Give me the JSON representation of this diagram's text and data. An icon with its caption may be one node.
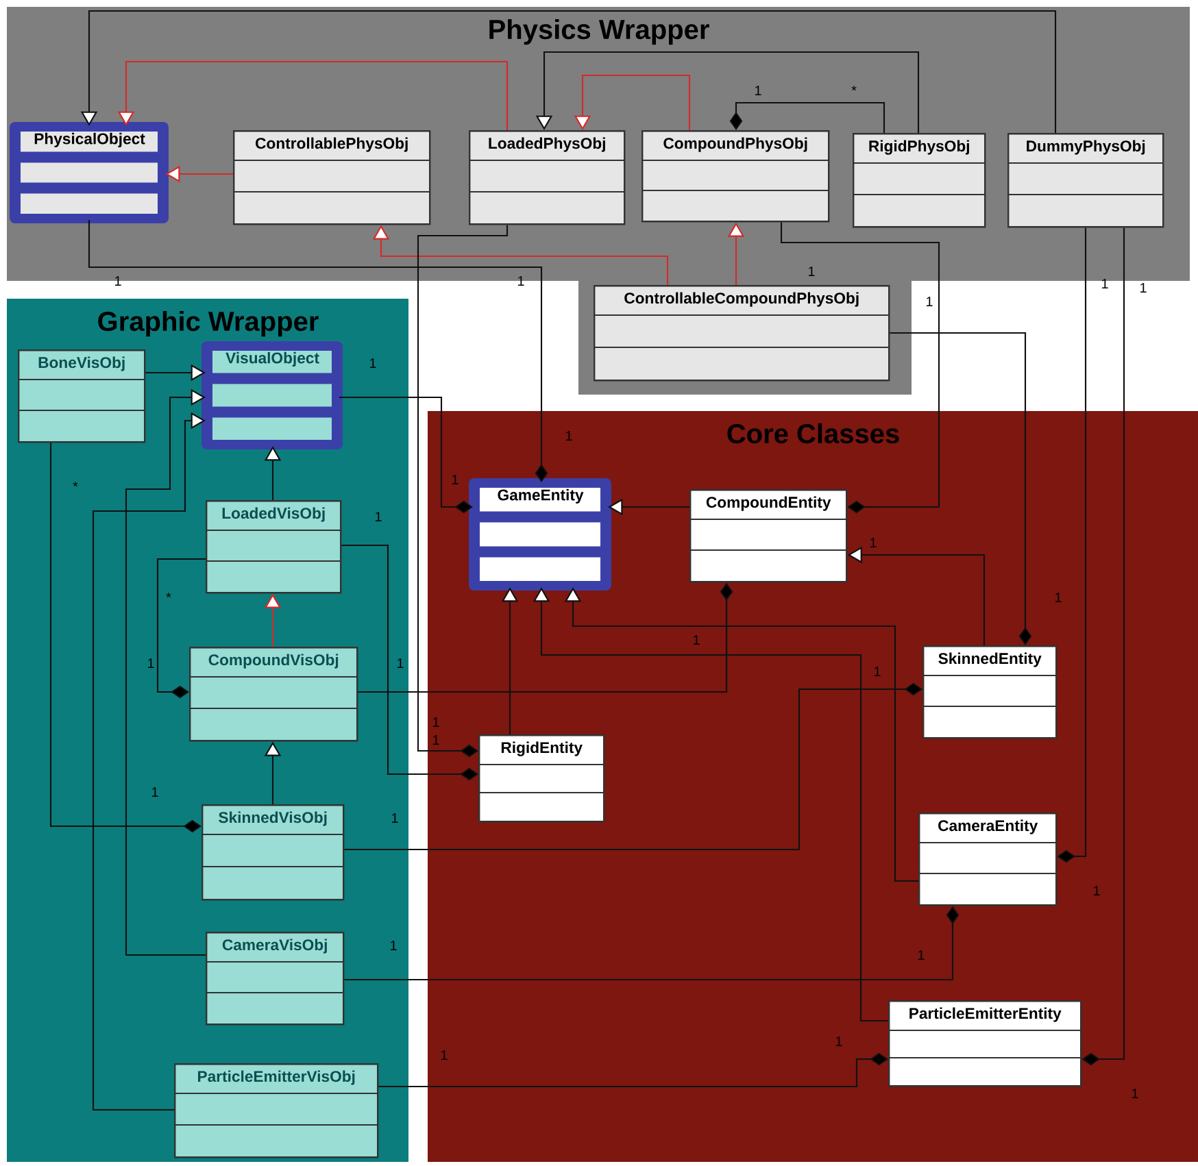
{
  "diagram": {
    "nodes": [
      {
        "text": [
          "Physics Wrapper"
        ]
      },
      {
        "text": [
          "Graphic Wrapper"
        ]
      },
      {
        "text": [
          "Core Classes"
        ]
      },
      {
        "text": [
          "PhysicalObject"
        ],
        "in": 0
      },
      {
        "text": [
          "ControllablePhysObj"
        ],
        "in": 0
      },
      {
        "text": [
          "LoadedPhysObj"
        ],
        "in": 0
      },
      {
        "text": [
          "CompoundPhysObj"
        ],
        "in": 0
      },
      {
        "text": [
          "RigidPhysObj"
        ],
        "in": 0
      },
      {
        "text": [
          "DummyPhysObj"
        ],
        "in": 0
      },
      {
        "text": [
          "ControllableCompoundPhysObj"
        ]
      },
      {
        "text": [
          "BoneVisObj"
        ],
        "in": 1
      },
      {
        "text": [
          "VisualObject"
        ],
        "in": 1
      },
      {
        "text": [
          "LoadedVisObj"
        ],
        "in": 1
      },
      {
        "text": [
          "CompoundVisObj"
        ],
        "in": 1
      },
      {
        "text": [
          "SkinnedVisObj"
        ],
        "in": 1
      },
      {
        "text": [
          "CameraVisObj"
        ],
        "in": 1
      },
      {
        "text": [
          "ParticleEmitterVisObj"
        ],
        "in": 1
      },
      {
        "text": [
          "GameEntity"
        ],
        "in": 2
      },
      {
        "text": [
          "CompoundEntity"
        ],
        "in": 2
      },
      {
        "text": [
          "SkinnedEntity"
        ],
        "in": 2
      },
      {
        "text": [
          "RigidEntity"
        ],
        "in": 2
      },
      {
        "text": [
          "CameraEntity"
        ],
        "in": 2
      },
      {
        "text": [
          "ParticleEmitterEntity"
        ],
        "in": 2
      }
    ],
    "edges": [
      {
        "from": 8,
        "to": 3,
        "arrow": "to"
      },
      {
        "from": 5,
        "to": 3,
        "arrow": "to",
        "color": "#d42a2a"
      },
      {
        "from": 7,
        "to": 5,
        "arrow": "to"
      },
      {
        "from": 6,
        "to": 5,
        "arrow": "to",
        "color": "#d42a2a"
      },
      {
        "from": 7,
        "to": 6,
        "arrow": "other"
      },
      {
        "from": 4,
        "to": 3,
        "arrow": "to",
        "color": "#d42a2a"
      },
      {
        "from": 9,
        "to": 4,
        "arrow": "to",
        "color": "#d42a2a"
      },
      {
        "from": 9,
        "to": 6,
        "arrow": "to",
        "color": "#d42a2a"
      },
      {
        "from": 3,
        "to": 17,
        "arrow": "other"
      },
      {
        "from": 5,
        "to": 20,
        "arrow": "other"
      },
      {
        "from": 11,
        "to": 17,
        "arrow": "other"
      },
      {
        "from": 6,
        "to": 18,
        "arrow": "other"
      },
      {
        "from": 9,
        "to": 19,
        "arrow": "other"
      },
      {
        "from": 8,
        "to": 21,
        "arrow": "other"
      },
      {
        "from": 8,
        "to": 22,
        "arrow": "other"
      },
      {
        "from": 18,
        "to": 17,
        "arrow": "to"
      },
      {
        "from": 20,
        "to": 17,
        "arrow": "to"
      },
      {
        "from": 21,
        "to": 17,
        "arrow": "to"
      },
      {
        "from": 22,
        "to": 17,
        "arrow": "to"
      },
      {
        "from": 19,
        "to": 18,
        "arrow": "to"
      },
      {
        "from": 13,
        "to": 18,
        "arrow": "other"
      },
      {
        "from": 14,
        "to": 19,
        "arrow": "other"
      },
      {
        "from": 15,
        "to": 21,
        "arrow": "other"
      },
      {
        "from": 16,
        "to": 22,
        "arrow": "other"
      },
      {
        "from": 12,
        "to": 11,
        "arrow": "to"
      },
      {
        "from": 13,
        "to": 12,
        "arrow": "to",
        "color": "#d42a2a"
      },
      {
        "from": 14,
        "to": 13,
        "arrow": "to"
      },
      {
        "from": 10,
        "to": 11,
        "arrow": "to"
      },
      {
        "from": 15,
        "to": 11,
        "arrow": "to"
      },
      {
        "from": 16,
        "to": 11,
        "arrow": "to"
      },
      {
        "from": 10,
        "to": 14,
        "arrow": "other"
      },
      {
        "from": 12,
        "to": 13,
        "arrow": "other"
      },
      {
        "from": 12,
        "to": 20,
        "arrow": "other"
      }
    ],
    "labels": [
      "1",
      "*",
      "1",
      "1",
      "1",
      "1",
      "1",
      "1",
      "1",
      "1",
      "1",
      "*",
      "1",
      "*",
      "1",
      "1",
      "1",
      "1",
      "1",
      "1",
      "1",
      "1",
      "1",
      "1",
      "1",
      "1",
      "1",
      "1",
      "1",
      "1"
    ]
  }
}
